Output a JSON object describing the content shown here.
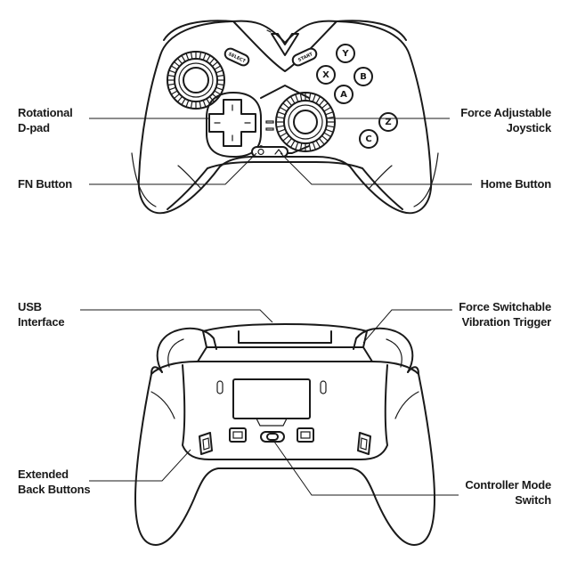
{
  "front_labels": {
    "rotational_dpad": [
      "Rotational",
      "D-pad"
    ],
    "force_joystick": [
      "Force Adjustable",
      "Joystick"
    ],
    "fn_button": [
      "FN Button"
    ],
    "home_button": [
      "Home Button"
    ]
  },
  "back_labels": {
    "usb": [
      "USB",
      "Interface"
    ],
    "trigger": [
      "Force Switchable",
      "Vibration Trigger"
    ],
    "back_buttons": [
      "Extended",
      "Back Buttons"
    ],
    "mode_switch": [
      "Controller Mode",
      "Switch"
    ]
  },
  "controller_marks": {
    "face_buttons": [
      "Y",
      "X",
      "B",
      "A",
      "Z",
      "C"
    ],
    "select": "SELECT",
    "start": "START"
  }
}
